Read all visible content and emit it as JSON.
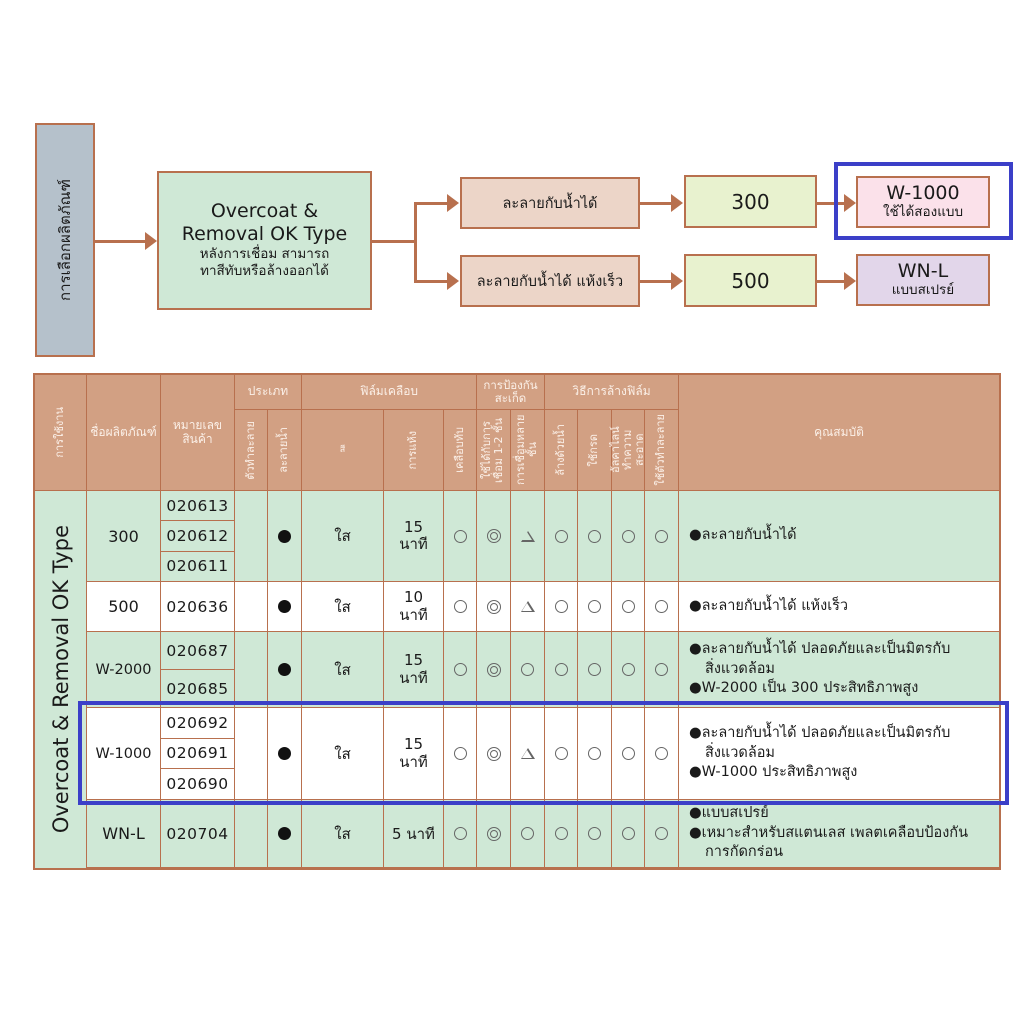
{
  "flow": {
    "root_label": "การเลือกผลิตภัณฑ์",
    "main_title_line1": "Overcoat &",
    "main_title_line2": "Removal OK Type",
    "main_desc_line1": "หลังการเชื่อม สามารถ",
    "main_desc_line2": "ทาสีทับหรือล้างออกได้",
    "branches": [
      {
        "condition": "ละลายกับน้ำได้",
        "product": "300",
        "result_title": "W-1000",
        "result_sub": "ใช้ได้สองแบบ",
        "highlighted": true
      },
      {
        "condition": "ละลายกับน้ำได้ แห้งเร็ว",
        "product": "500",
        "result_title": "WN-L",
        "result_sub": "แบบสเปรย์",
        "highlighted": false
      }
    ]
  },
  "table": {
    "headers": {
      "usage": "การใช้งาน",
      "product_name": "ชื่อผลิตภัณฑ์",
      "item_number": "หมายเลข สินค้า",
      "type_group": "ประเภท",
      "type_solvent": "ตัวทำละลาย",
      "type_water": "ละลายน้ำ",
      "film_group": "ฟิล์มเคลือบ",
      "film_color": "สี",
      "film_drying": "การแห้ง",
      "film_overcoat": "เคลือบทับ",
      "rust_group": "การป้องกัน สะเก็ด",
      "rust_1_2": "ใช้ได้กับการเชื่อม 1-2 ชั้น",
      "rust_multi": "การเชื่อมหลายชั้น",
      "wash_group": "วิธีการล้างฟิล์ม",
      "wash_water": "ล้างด้วยน้ำ",
      "wash_acid": "ใช้กรด",
      "wash_alkaline": "อัลคาไลน์ทำความสะอาด",
      "wash_solvent": "ใช้ตัวทำละลาย",
      "properties": "คุณสมบัติ"
    },
    "group_label": "Overcoat & Removal OK Type",
    "rows": [
      {
        "name": "300",
        "codes": [
          "020613",
          "020612",
          "020611"
        ],
        "solvent": "",
        "water": "dot",
        "color": "ใส",
        "drying": "15 นาที",
        "overcoat": "circle",
        "rust_1_2": "double-circle",
        "rust_multi": "triangle",
        "wash_water": "circle",
        "wash_acid": "circle",
        "wash_alkaline": "circle",
        "wash_solvent": "circle",
        "properties": [
          "ละลายกับน้ำได้"
        ]
      },
      {
        "name": "500",
        "codes": [
          "020636"
        ],
        "solvent": "",
        "water": "dot",
        "color": "ใส",
        "drying": "10 นาที",
        "overcoat": "circle",
        "rust_1_2": "double-circle",
        "rust_multi": "triangle",
        "wash_water": "circle",
        "wash_acid": "circle",
        "wash_alkaline": "circle",
        "wash_solvent": "circle",
        "properties": [
          "ละลายกับน้ำได้ แห้งเร็ว"
        ]
      },
      {
        "name": "W-2000",
        "codes": [
          "020687",
          "020685"
        ],
        "solvent": "",
        "water": "dot",
        "color": "ใส",
        "drying": "15 นาที",
        "overcoat": "circle",
        "rust_1_2": "double-circle",
        "rust_multi": "circle",
        "wash_water": "circle",
        "wash_acid": "circle",
        "wash_alkaline": "circle",
        "wash_solvent": "circle",
        "properties": [
          "ละลายกับน้ำได้ ปลอดภัยและเป็นมิตรกับ",
          "สิ่งแวดล้อม",
          "W-2000 เป็น 300 ประสิทธิภาพสูง"
        ]
      },
      {
        "name": "W-1000",
        "codes": [
          "020692",
          "020691",
          "020690"
        ],
        "solvent": "",
        "water": "dot",
        "color": "ใส",
        "drying": "15 นาที",
        "overcoat": "circle",
        "rust_1_2": "double-circle",
        "rust_multi": "triangle",
        "wash_water": "circle",
        "wash_acid": "circle",
        "wash_alkaline": "circle",
        "wash_solvent": "circle",
        "properties": [
          "ละลายกับน้ำได้ ปลอดภัยและเป็นมิตรกับ",
          "สิ่งแวดล้อม",
          "W-1000 ประสิทธิภาพสูง"
        ],
        "highlighted": true
      },
      {
        "name": "WN-L",
        "codes": [
          "020704"
        ],
        "solvent": "",
        "water": "dot",
        "color": "ใส",
        "drying": "5 นาที",
        "overcoat": "circle",
        "rust_1_2": "double-circle",
        "rust_multi": "circle",
        "wash_water": "circle",
        "wash_acid": "circle",
        "wash_alkaline": "circle",
        "wash_solvent": "circle",
        "properties": [
          "แบบสเปรย์",
          "เหมาะสำหรับสแตนเลส เพลตเคลือบป้องกัน",
          "การกัดกร่อน"
        ]
      }
    ]
  },
  "colors": {
    "border": "#b8704e",
    "header_bg": "#d2a083",
    "green_bg": "#cfe8d6",
    "highlight": "#3b3fc8",
    "root_bg": "#b5c1cb",
    "condition_bg": "#ecd5c8",
    "product_bg": "#e8f2cf",
    "w1000_bg": "#fbe1ea",
    "wnl_bg": "#e2d6ea"
  }
}
